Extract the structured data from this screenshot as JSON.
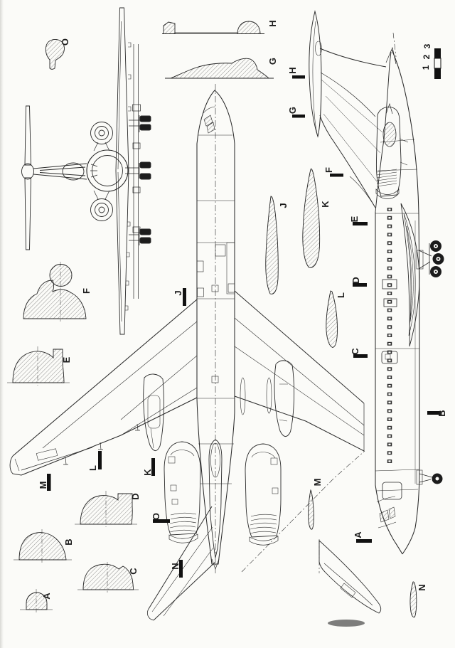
{
  "letters": {
    "a": "A",
    "b": "B",
    "c": "C",
    "d": "D",
    "e": "E",
    "f": "F",
    "g": "G",
    "h": "H",
    "j": "J",
    "k": "K",
    "l": "L",
    "m": "M",
    "n": "N",
    "o": "O"
  },
  "scale": {
    "n1": "1",
    "n2": "2",
    "n3": "3"
  }
}
